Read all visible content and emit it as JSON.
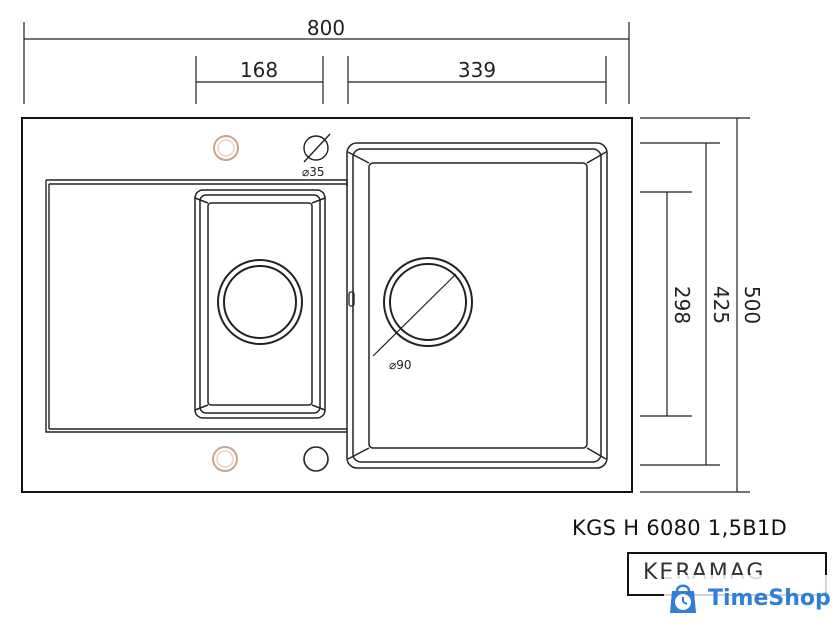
{
  "dimensions": {
    "overall_width": "800",
    "left_bowl_width": "168",
    "right_bowl_width": "339",
    "overall_depth": "500",
    "bowl_depth": "425",
    "left_bowl_depth": "298"
  },
  "holes": {
    "tap_hole": "⌀35",
    "drain": "⌀90"
  },
  "model": {
    "code": "KGS H 6080 1,5B1D",
    "brand": "KERAMAG"
  },
  "watermark": {
    "name": "TimeShop",
    "color": "#2f7fd6"
  }
}
